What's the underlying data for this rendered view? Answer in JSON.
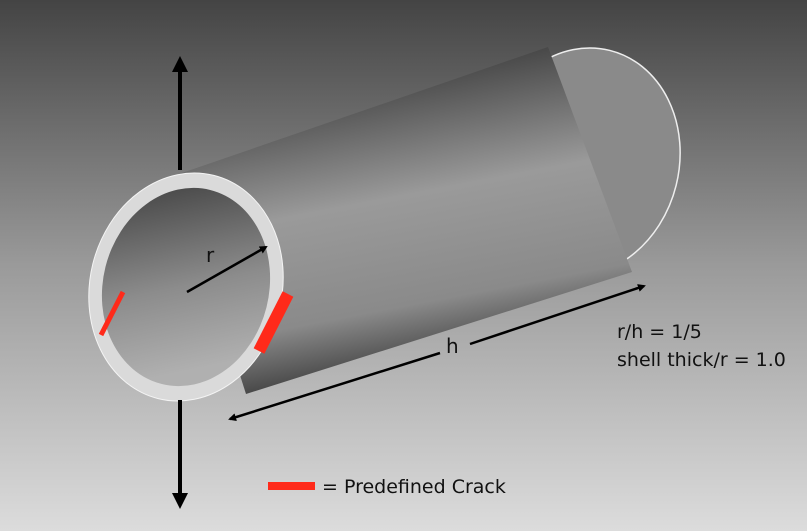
{
  "labels": {
    "radius": "r",
    "height": "h",
    "ratio": "r/h = 1/5",
    "thickness": "shell thick/r = 1.0",
    "legend": "= Predefined Crack"
  },
  "colors": {
    "crack": "#ff2a1a",
    "ring": "#d8d8d8",
    "arrow": "#000000"
  }
}
